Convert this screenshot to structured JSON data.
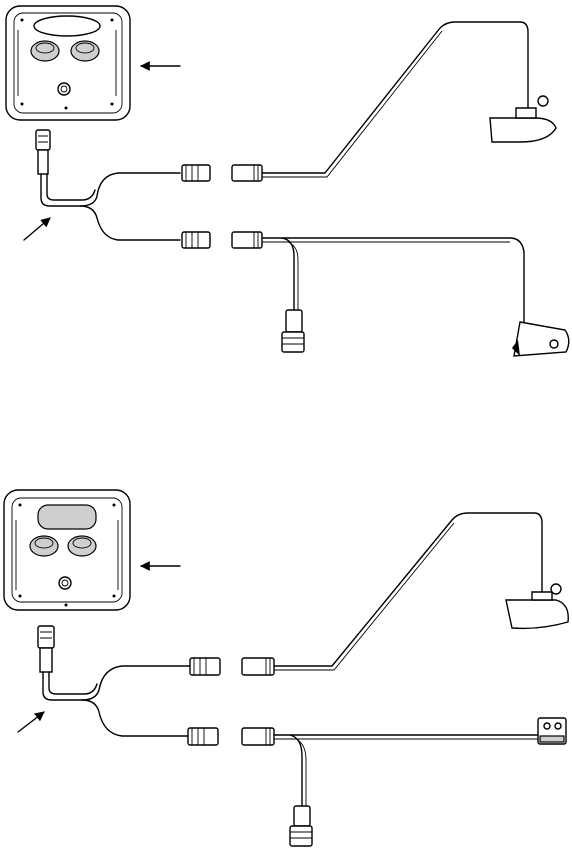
{
  "figure": {
    "ink_color": "#000000",
    "background_color": "#ffffff",
    "diagrams": [
      {
        "id": "top",
        "components": [
          "display-unit",
          "y-adapter-cable",
          "transducer",
          "connector",
          "speed-sensor"
        ],
        "arrows": [
          "arrow-to-display-unit",
          "arrow-to-y-adapter-cable"
        ]
      },
      {
        "id": "bottom",
        "components": [
          "display-unit",
          "y-adapter-cable",
          "transducer",
          "connector",
          "temperature-sensor"
        ],
        "arrows": [
          "arrow-to-display-unit",
          "arrow-to-y-adapter-cable"
        ]
      }
    ]
  }
}
